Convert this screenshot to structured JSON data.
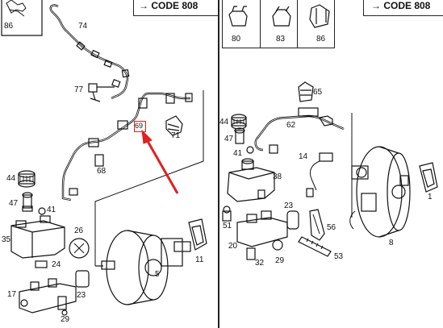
{
  "header": {
    "left_code": "→ CODE 808",
    "right_code": "→ CODE 808"
  },
  "callouts_left": [
    "86",
    "74",
    "77",
    "69",
    "71",
    "68",
    "44",
    "47",
    "41",
    "35",
    "26",
    "24",
    "23",
    "17",
    "29",
    "5",
    "11"
  ],
  "callouts_right": [
    "80",
    "83",
    "86",
    "65",
    "44",
    "62",
    "47",
    "41",
    "14",
    "38",
    "51",
    "23",
    "56",
    "20",
    "29",
    "32",
    "53",
    "8",
    "1"
  ],
  "highlight": {
    "label": "69",
    "color": "#e02020"
  }
}
